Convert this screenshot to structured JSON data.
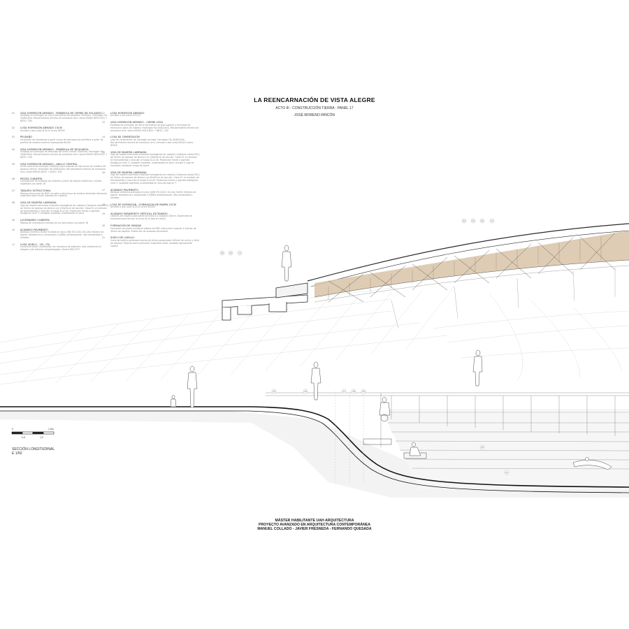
{
  "header": {
    "title": "LA REENCARNACIÓN DE VISTA ALEGRE",
    "subtitle_line1": "ACTO III - CONSTRUCCIÓN TIERRA - PANEL 17",
    "subtitle_line2": "JOSÉ MORENO RINCÓN"
  },
  "legend_left": [
    {
      "num": "01",
      "head": "VIGA HORMIGÓN ARMADO - PARÁBOLA DE CIERRE DE VOLADIZO",
      "body": "Parábola de hormigón de cierre perimetral de voladizos 35x50cm. Hormigón HA-30/B/20/IIa. Recubrimiento mínimo de armadura 4cm. Acero B500S 6Ø20 Ø20 + 8Ø10 / 200"
    },
    {
      "num": "02",
      "head": "LOSA HORMIGÓN ARMADO 15cm",
      "body": "Armado a dos caras Ø12/15 acero B500S"
    },
    {
      "num": "03",
      "head": "PELDAÑO",
      "body": "Formación de elementos a partir hueco de extrusora de perfileria a partir de perfiles de madera reserva impregnada 60x90"
    },
    {
      "num": "04",
      "head": "VIGA HORMIGÓN ARMADO - PARÁBOLA DE DESCARGA",
      "body": "Parábola de hormigón de descarga del anillo central 35x50cm. Hormigón HA-30/B/20/IIa. Recubrimiento mínimo de armadura 4cm. Acero B500S 6Ø20 Ø20 + 8Ø10 / 200"
    },
    {
      "num": "05",
      "head": "VIGA HORMIGÓN ARMADO - ANILLO CENTRAL",
      "body": "Anillo central de hormigón 40x60cm para soporte de estructura de madera del espacio central. Hormigón HA-30/B/20/IIa. Recubrimiento mínimo de armadura 4cm. Acero B500S 8Ø20 + 4Ø16 / 200"
    },
    {
      "num": "06",
      "head": "PIEZAS CUBIERTA",
      "body": "Composición de acabado de cubierta a partir de piezas cerámicas y mallas vegetales con panel 18"
    },
    {
      "num": "07",
      "head": "TABLERO ESTRUCTURAL",
      "body": "Tablero estructural de MDF curvado a estructura de madera laminada formando superficie para recibir módulos de cubierta"
    },
    {
      "num": "08",
      "head": "VIGA DE MADERA LAMINADA",
      "body": "Viga de madera laminada encolada homogénea de castaño (Castanea sativa Mill.) de 40mm de espesor de lámina con 120x20cm de sección. Clase E1 en emisión de formaldehído y reacción al fuego D-s2,d0. Protección frente a agentes biológicos nivel 3. Acabado cepillado, ensamblada en seco"
    },
    {
      "num": "09",
      "head": "LUCERNARIO CUBIERTA",
      "body": "Módulo de iluminación armado de sus soluciones con panel 18"
    },
    {
      "num": "10",
      "head": "ACABADO PAVIMENTO",
      "body": "Baldosa cerámica 30x60 recibida en seco (UNE EN 14411 BI-1/Ia) Mortero de agarre. Resistencia a compresión C1(BRK) antideslizante. Alta durabilidad a heladas"
    },
    {
      "num": "11",
      "head": "LOSA (SUELO - 1M - F9)",
      "body": "Lámina de betún modificado con armadura de polímero. Alta resistencia al desgarro (de refuerzo autoprotegida). Norma DIN 5797"
    }
  ],
  "legend_right": [
    {
      "num": "12",
      "head": "LOSA HORMIGÓN ARMADO",
      "body": "Armado a dos caras Ø12/15"
    },
    {
      "num": "13",
      "head": "VIGA HORMIGÓN ARMADO - CIERRE LOSA",
      "body": "Parábola de hormigón de cierre perimetral de losa superior y arranque de estructura ligera de madera. Hormigón HA-30/B/20/IIa. Recubrimiento mínimo de armadura 4cm. Acero B500S 4Ø20 Ø20 + 8Ø10 / 200"
    },
    {
      "num": "14",
      "head": "LOSA DE CIMENTACIÓN",
      "body": "Losa de cimentación de hormigón armado. Hormigón HA-30/B/20/IIa. Recubrimiento mínimo de armadura 4cm. Armado a dos caras Ø16/15 acero B500S"
    },
    {
      "num": "15",
      "head": "VIGA DE MADERA LAMINADA",
      "body": "Viga de madera laminada encolada homogénea de castaño (Castanea sativa Mill.) de 40mm de espesor de lámina con 180x35cm de sección. Clase E1 en emisión de formaldehído y reacción al fuego D-s2,d0. Protección frente a agentes biológicos nivel 3. Acabado cepillado, ensamblada en seco. Anclaje a viga de hormigón mediante chapa de acero"
    },
    {
      "num": "16",
      "head": "VIGA DE MADERA LAMINADA",
      "body": "Viga de madera laminada encolada homogénea de castaño (Castanea sativa Mill.) de 40mm de espesor de lámina con 80x30cm de sección. Clase E1 en emisión de formaldehído y reacción al fuego D-s2,d0. Protección frente a agentes biológicos nivel 3. Acabado cepillado, ensamblada en seco anclaje en T"
    },
    {
      "num": "17",
      "head": "ACABADO PAVIMENTO",
      "body": "Baldosa cerámica prensada en seco (UNE EN 14411 BI-1/Ia) 30x90, Mortero de agarre. Resistencia a compresión C1(BRK) antideslizante. Alta durabilidad a heladas"
    },
    {
      "num": "18",
      "head": "LOSA DE HORMIGÓN - FORMACIÓN DE RAMPA 15cm",
      "body": "Armado a dos caras Ø12/15 acero B500S"
    },
    {
      "num": "19",
      "head": "ACABADO PARAMENTO VERTICAL ESCENARIO",
      "body": "Listones de madera para pared de textura y longitud 300cm. Sostenidos en horizontal para formar la curva de la losa en altura"
    },
    {
      "num": "20",
      "head": "FORMACIÓN DE GRADAS",
      "body": "Formación de grada mediante tablero de MDF estructural superior e inferior de 40mm de espesor. Protección de acabado perimetral"
    },
    {
      "num": "21",
      "head": "SUELO DE LADILLO",
      "body": "Suelo de ladrillo perforado macizo de altura aproximada 100mm de ancho y 5mm de espesor. Tejas de barro prensado. Superficie mate, acabado ligeramente rugoso"
    }
  ],
  "scale": {
    "ticks": [
      "0",
      "1.5m"
    ],
    "sub_ticks": [
      "0,5",
      "1,0"
    ],
    "section_label": "SECCIÓN LONGITUDINAL",
    "scale_ratio": "E 1/50"
  },
  "drawing_tags": [
    "04",
    "05",
    "06",
    "07",
    "08",
    "09",
    "13",
    "15",
    "16",
    "17",
    "18",
    "19",
    "20",
    "21"
  ],
  "colors": {
    "wood_infill": "#d9c3a8",
    "line_dark": "#2a2a2a",
    "line_light": "#bfbfbf",
    "ground_shade": "#f1f1f1"
  },
  "footer": {
    "line1": "MÁSTER HABILITANTE UAH ARQUITECTURA",
    "line2": "PROYECTO AVANZADO EN ARQUITECTURA CONTEMPORÁNEA",
    "line3": "MANUEL COLLADO - JAVIER FRESNEDA - FERNANDO QUESADA"
  }
}
